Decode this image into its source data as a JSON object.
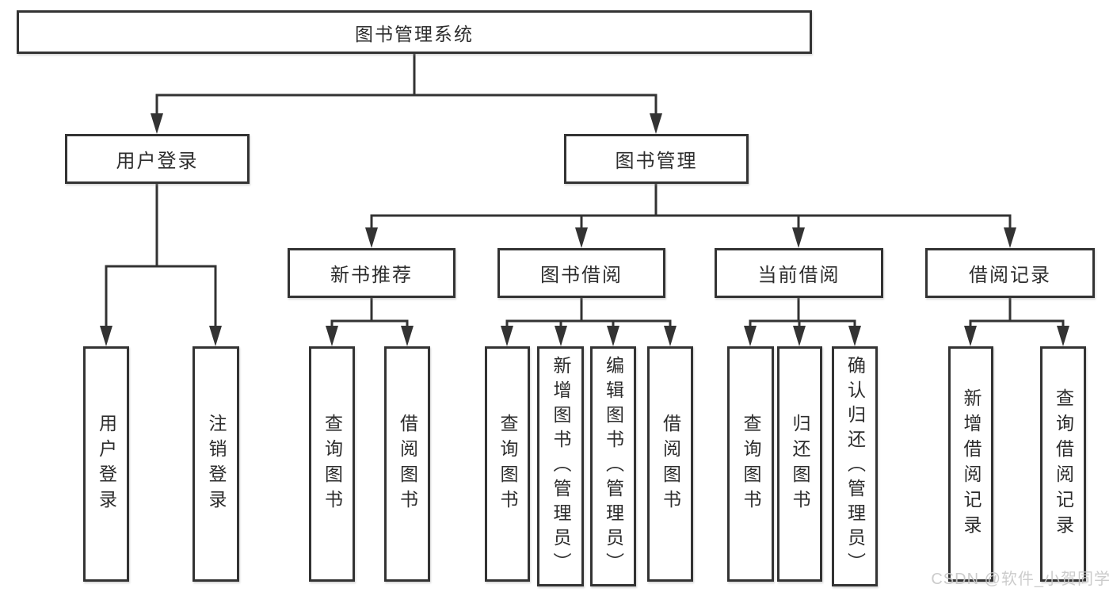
{
  "root": {
    "label": "图书管理系统"
  },
  "level2": {
    "user_login": {
      "label": "用户登录"
    },
    "book_management": {
      "label": "图书管理"
    }
  },
  "level3": {
    "new_book_recommendation": {
      "label": "新书推荐"
    },
    "book_borrowing": {
      "label": "图书借阅"
    },
    "current_borrowing": {
      "label": "当前借阅"
    },
    "borrowing_records": {
      "label": "借阅记录"
    }
  },
  "leaves": {
    "user_login": {
      "label": "用户登录"
    },
    "logout": {
      "label": "注销登录"
    },
    "recommend_query_books": {
      "label": "查询图书"
    },
    "recommend_borrow_books": {
      "label": "借阅图书"
    },
    "borrowing_query_books": {
      "label": "查询图书"
    },
    "borrowing_add_books_admin": {
      "label": "新增图书（管理员）"
    },
    "borrowing_edit_books_admin": {
      "label": "编辑图书（管理员）"
    },
    "borrowing_borrow_books": {
      "label": "借阅图书"
    },
    "current_query_books": {
      "label": "查询图书"
    },
    "current_return_books": {
      "label": "归还图书"
    },
    "current_confirm_return_admin": {
      "label": "确认归还（管理员）"
    },
    "records_add_record": {
      "label": "新增借阅记录"
    },
    "records_query_record": {
      "label": "查询借阅记录"
    }
  },
  "watermark": {
    "text": "CSDN @软件_小贺同学"
  },
  "colors": {
    "line": "#333333",
    "box_border": "#333333",
    "text": "#2d2d2d",
    "watermark": "#c8c8c8",
    "background": "#ffffff"
  }
}
